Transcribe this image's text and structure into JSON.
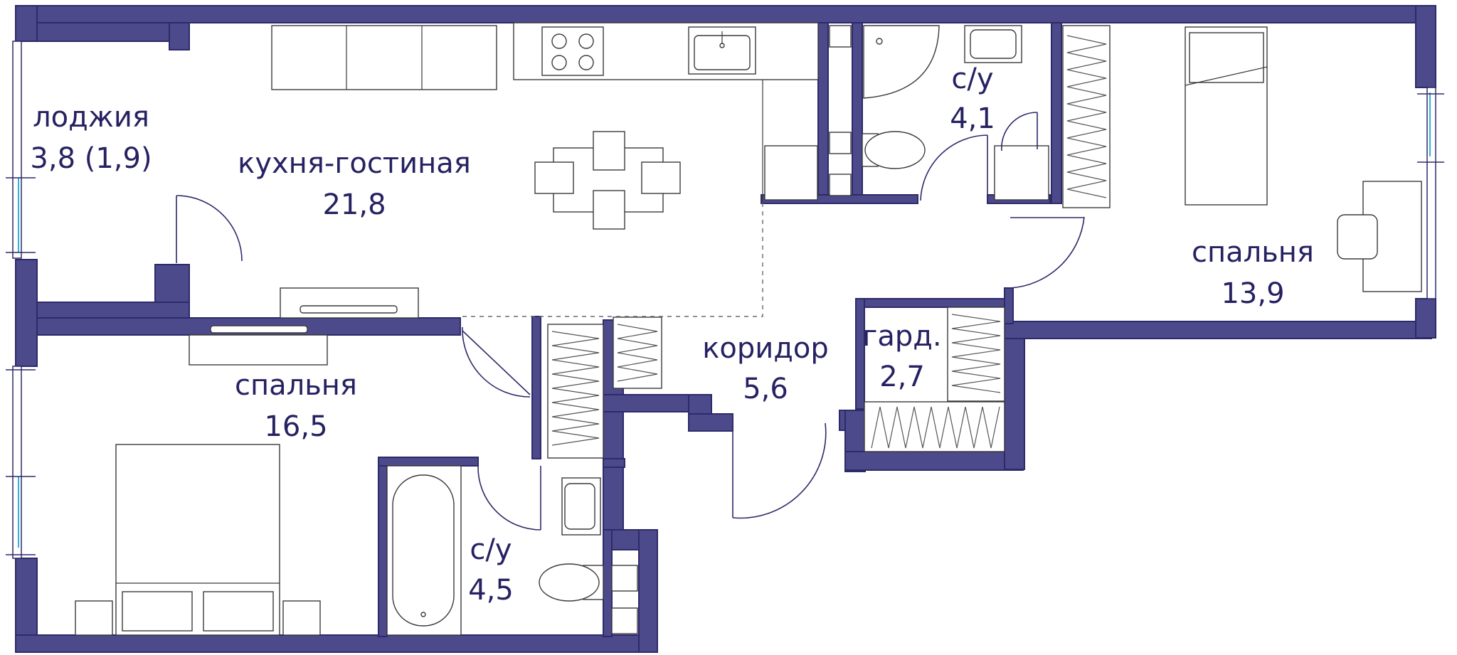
{
  "colors": {
    "wall": "#4d4a8c",
    "text": "#262262",
    "glass": "#2fb3d9"
  },
  "rooms": {
    "loggia": {
      "name": "лоджия",
      "area": "3,8 (1,9)"
    },
    "kitchen": {
      "name": "кухня-гостиная",
      "area": "21,8"
    },
    "bath_top": {
      "name": "с/у",
      "area": "4,1"
    },
    "bedroom_r": {
      "name": "спальня",
      "area": "13,9"
    },
    "corridor": {
      "name": "коридор",
      "area": "5,6"
    },
    "wardrobe": {
      "name": "гард.",
      "area": "2,7"
    },
    "bedroom_l": {
      "name": "спальня",
      "area": "16,5"
    },
    "bath_bottom": {
      "name": "с/у",
      "area": "4,5"
    }
  },
  "icons": [
    "stove-icon",
    "sink-icon",
    "shower-icon",
    "toilet-icon",
    "bathtub-icon",
    "bed-icon",
    "chair-icon",
    "door-icon",
    "window-icon"
  ]
}
